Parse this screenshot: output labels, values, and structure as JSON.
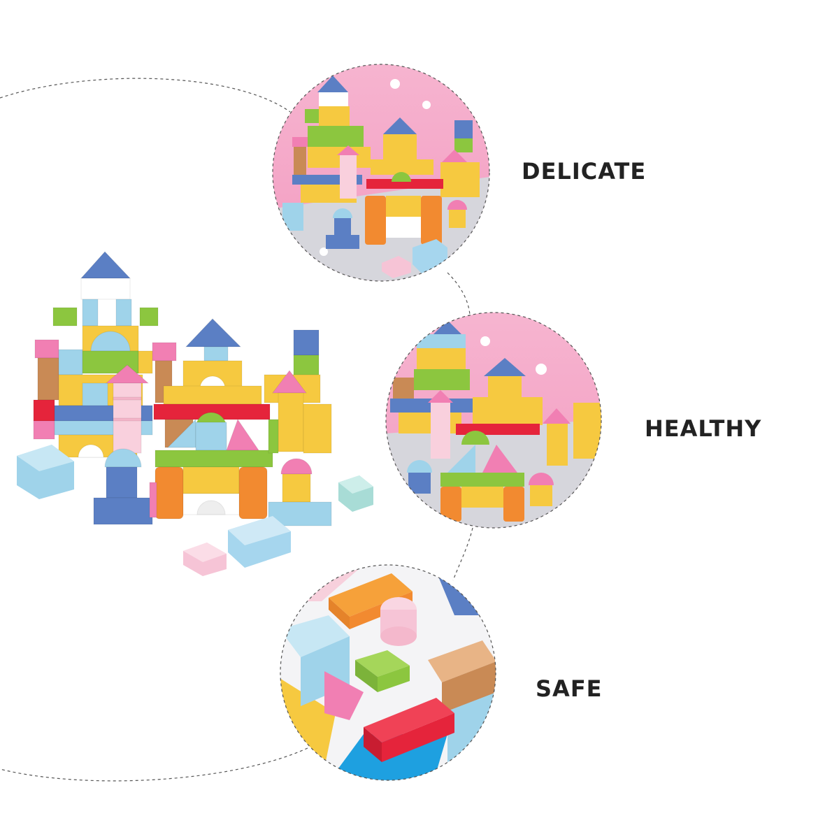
{
  "features": [
    {
      "label": "DELICATE",
      "photo": "castle-blocks-closeup"
    },
    {
      "label": "HEALTHY",
      "photo": "castle-blocks-angle"
    },
    {
      "label": "SAFE",
      "photo": "blocks-detail-closeup"
    }
  ],
  "colors": {
    "background": "#ffffff",
    "text": "#222222",
    "pink_backdrop": "#f4a9c8",
    "grey_floor": "#d9d9de",
    "block_blue": "#5b7fc4",
    "block_yellow": "#f6c940",
    "block_green": "#8cc63f",
    "block_pink": "#f17fb3",
    "block_orange": "#f28a30",
    "block_red": "#e5243b",
    "block_lightblue": "#9fd3ea",
    "block_wood": "#c98a55"
  }
}
